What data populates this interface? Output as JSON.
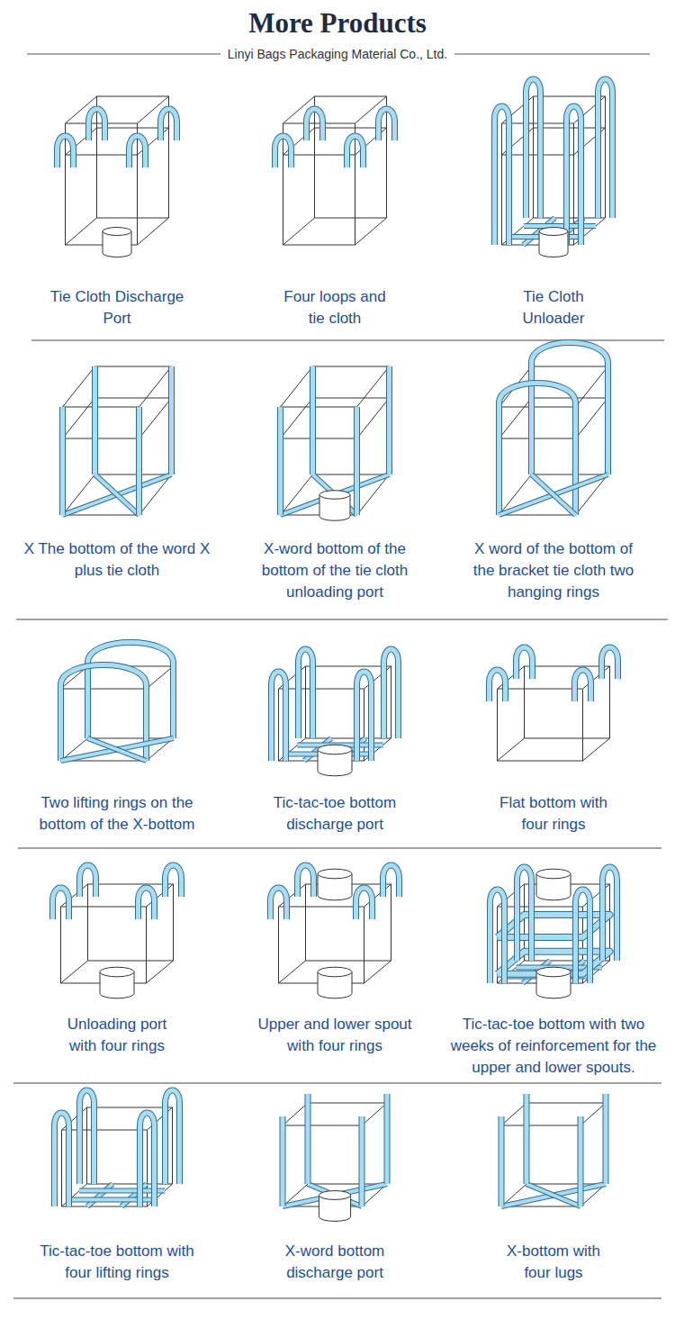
{
  "diagram": {
    "title": "More Products",
    "labels": [
      "Linyi Bags Packaging Material Co., Ltd.",
      "Tie Cloth Discharge Port",
      "Four loops and tie cloth",
      "Tie Cloth Unloader",
      "X The bottom of the word X plus tie cloth",
      "X-word bottom of the bottom of the tie cloth unloading port",
      "X word of the bottom of the bracket tie cloth two hanging rings",
      "Two lifting rings on the bottom of the X-bottom",
      "Tic-tac-toe bottom discharge port",
      "Flat bottom with four rings",
      "Unloading port with four rings",
      "Upper and lower spout with four rings",
      "Tic-tac-toe bottom with two weeks of reinforcement for the upper and lower spouts.",
      "Tic-tac-toe bottom with four lifting rings",
      "X-word bottom discharge port",
      "X-bottom with four lugs"
    ]
  }
}
